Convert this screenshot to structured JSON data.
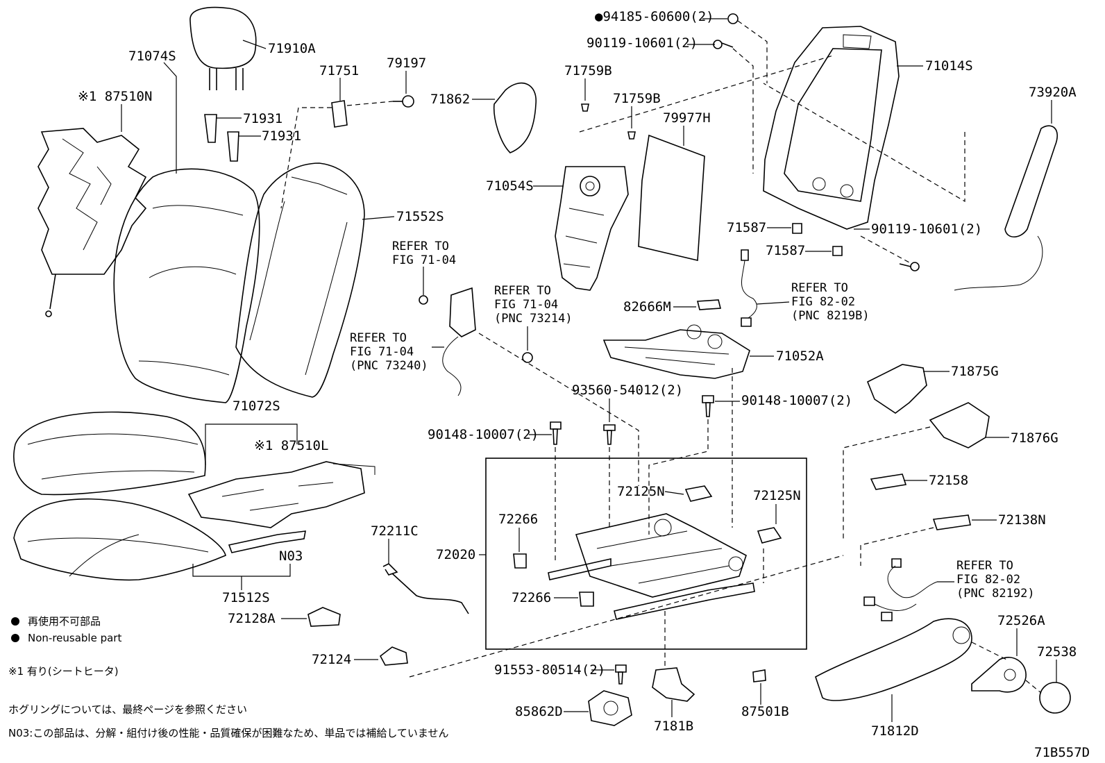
{
  "labels": {
    "p71910A": "71910A",
    "p71074S": "71074S",
    "p87510N": "※1 87510N",
    "p71931a": "71931",
    "p71931b": "71931",
    "p71751": "71751",
    "p79197": "79197",
    "p71862": "71862",
    "p71759Ba": "71759B",
    "p71759Bb": "71759B",
    "p79977H": "79977H",
    "p94185": "●94185-60600(2)",
    "p90119a": "90119-10601(2)",
    "p71014S": "71014S",
    "p73920A": "73920A",
    "p71054S": "71054S",
    "p71552S": "71552S",
    "p71587a": "71587",
    "p71587b": "71587",
    "p90119b": "90119-10601(2)",
    "p82666M": "82666M",
    "p71052A": "71052A",
    "p71875G": "71875G",
    "p71876G": "71876G",
    "p93560": "93560-54012(2)",
    "p90148a": "90148-10007(2)",
    "p90148b": "90148-10007(2)",
    "p71072S": "71072S",
    "p87510L": "※1 87510L",
    "p72158": "72158",
    "p72125Na": "72125N",
    "p72125Nb": "72125N",
    "p72266a": "72266",
    "p72266b": "72266",
    "p72138N": "72138N",
    "p72211C": "72211C",
    "p72020": "72020",
    "pN03": "N03",
    "p71512S": "71512S",
    "p72128A": "72128A",
    "p72124": "72124",
    "p91553": "91553-80514(2)",
    "p85862D": "85862D",
    "p7181B": "7181B",
    "p87501B": "87501B",
    "p71812D": "71812D",
    "p72526A": "72526A",
    "p72538": "72538"
  },
  "refs": {
    "r1": [
      "REFER TO",
      "FIG 71-04"
    ],
    "r2": [
      "REFER TO",
      "FIG 71-04",
      "(PNC 73214)"
    ],
    "r3": [
      "REFER TO",
      "FIG 71-04",
      "(PNC 73240)"
    ],
    "r4": [
      "REFER TO",
      "FIG 82-02",
      "(PNC 8219B)"
    ],
    "r5": [
      "REFER TO",
      "FIG 82-02",
      "(PNC 82192)"
    ]
  },
  "legend": {
    "nonreusable_jp": "再使用不可部品",
    "nonreusable_en": "Non-reusable part",
    "seat_heater": "※1 有り(シートヒータ)",
    "hog_ring": "ホグリングについては、最終ページを参照ください",
    "n03_note": "N03:この部品は、分解・組付け後の性能・品質確保が困難なため、単品では補給していません"
  },
  "figure_id": "71B557D"
}
